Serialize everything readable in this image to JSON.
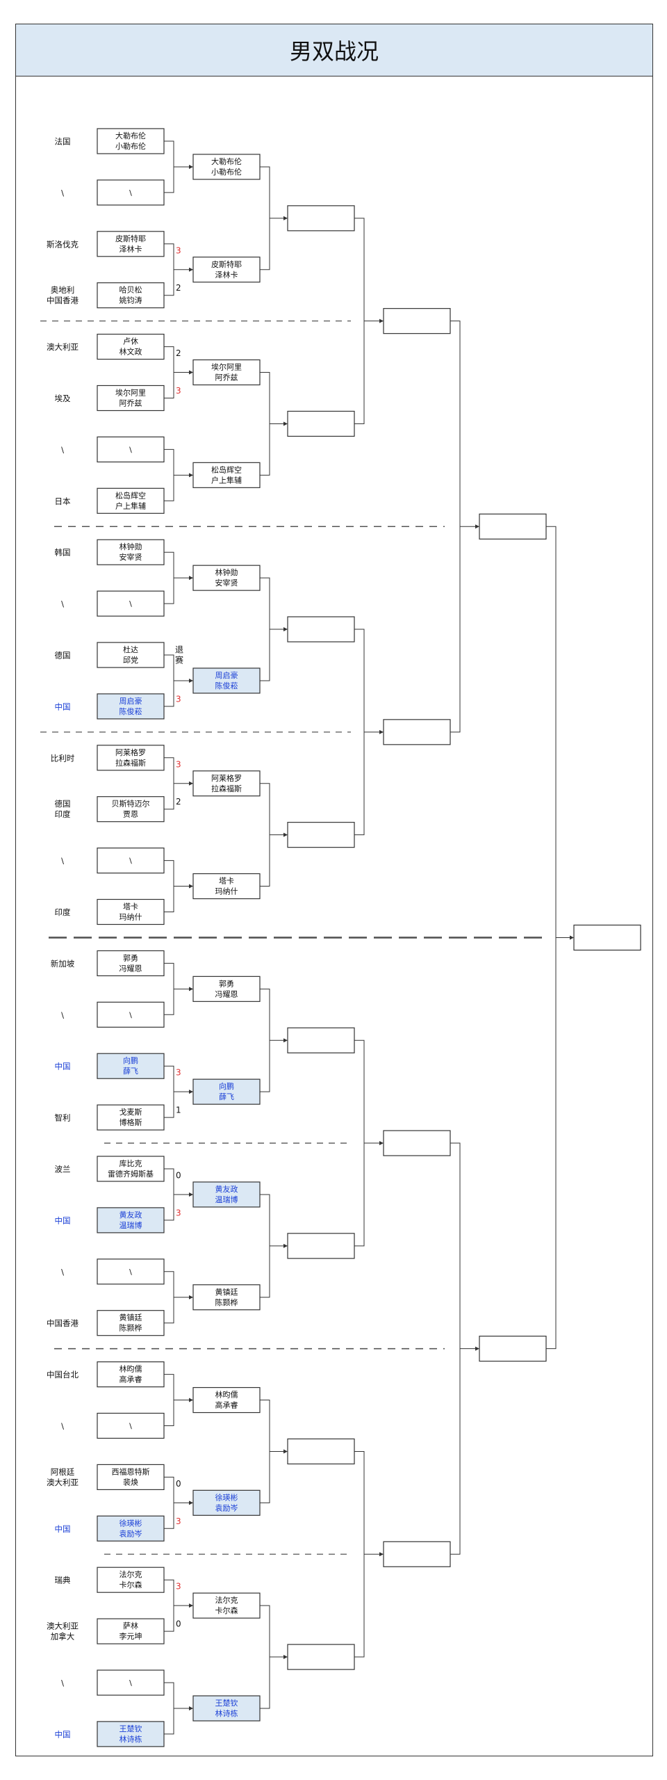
{
  "title": "男双战况",
  "colors": {
    "highlight_text": "#1a3fd6",
    "highlight_fill": "#dbe8f4",
    "win_score": "#e03030",
    "line": "#333333"
  },
  "bye_symbol": "\\",
  "withdraw_label": "退赛",
  "draw": [
    {
      "country": [
        "法国"
      ],
      "players": [
        "大勒布伦",
        "小勒布伦"
      ],
      "hl": false
    },
    {
      "country": [
        "\\"
      ],
      "players": [
        "\\"
      ],
      "hl": false
    },
    {
      "country": [
        "斯洛伐克"
      ],
      "players": [
        "皮斯特耶",
        "泽林卡"
      ],
      "hl": false,
      "score": "3",
      "win": true
    },
    {
      "country": [
        "奥地利",
        "中国香港"
      ],
      "players": [
        "哈贝松",
        "姚钧涛"
      ],
      "hl": false,
      "score": "2"
    },
    {
      "country": [
        "澳大利亚"
      ],
      "players": [
        "卢休",
        "林文政"
      ],
      "hl": false,
      "score": "2"
    },
    {
      "country": [
        "埃及"
      ],
      "players": [
        "埃尔阿里",
        "阿乔兹"
      ],
      "hl": false,
      "score": "3",
      "win": true
    },
    {
      "country": [
        "\\"
      ],
      "players": [
        "\\"
      ],
      "hl": false
    },
    {
      "country": [
        "日本"
      ],
      "players": [
        "松岛辉空",
        "户上隼辅"
      ],
      "hl": false
    },
    {
      "country": [
        "韩国"
      ],
      "players": [
        "林钟勋",
        "安宰贤"
      ],
      "hl": false
    },
    {
      "country": [
        "\\"
      ],
      "players": [
        "\\"
      ],
      "hl": false
    },
    {
      "country": [
        "德国"
      ],
      "players": [
        "杜达",
        "邱党"
      ],
      "hl": false,
      "withdrawn": true
    },
    {
      "country": [
        "中国"
      ],
      "players": [
        "周启豪",
        "陈俊菘"
      ],
      "hl": true,
      "score": "3",
      "win": true
    },
    {
      "country": [
        "比利时"
      ],
      "players": [
        "阿莱格罗",
        "拉森福斯"
      ],
      "hl": false,
      "score": "3",
      "win": true
    },
    {
      "country": [
        "德国",
        "印度"
      ],
      "players": [
        "贝斯特迈尔",
        "贾恩"
      ],
      "hl": false,
      "score": "2"
    },
    {
      "country": [
        "\\"
      ],
      "players": [
        "\\"
      ],
      "hl": false
    },
    {
      "country": [
        "印度"
      ],
      "players": [
        "塔卡",
        "玛纳什"
      ],
      "hl": false
    },
    {
      "country": [
        "新加坡"
      ],
      "players": [
        "郭勇",
        "冯耀恩"
      ],
      "hl": false
    },
    {
      "country": [
        "\\"
      ],
      "players": [
        "\\"
      ],
      "hl": false
    },
    {
      "country": [
        "中国"
      ],
      "players": [
        "向鹏",
        "薛飞"
      ],
      "hl": true,
      "score": "3",
      "win": true
    },
    {
      "country": [
        "智利"
      ],
      "players": [
        "戈麦斯",
        "博格斯"
      ],
      "hl": false,
      "score": "1"
    },
    {
      "country": [
        "波兰"
      ],
      "players": [
        "库比克",
        "雷德齐姆斯基"
      ],
      "hl": false,
      "score": "0"
    },
    {
      "country": [
        "中国"
      ],
      "players": [
        "黄友政",
        "温瑞博"
      ],
      "hl": true,
      "score": "3",
      "win": true
    },
    {
      "country": [
        "\\"
      ],
      "players": [
        "\\"
      ],
      "hl": false
    },
    {
      "country": [
        "中国香港"
      ],
      "players": [
        "黄镇廷",
        "陈颢桦"
      ],
      "hl": false
    },
    {
      "country": [
        "中国台北"
      ],
      "players": [
        "林昀儒",
        "高承睿"
      ],
      "hl": false
    },
    {
      "country": [
        "\\"
      ],
      "players": [
        "\\"
      ],
      "hl": false
    },
    {
      "country": [
        "阿根廷",
        "澳大利亚"
      ],
      "players": [
        "西福恩特斯",
        "裴焕"
      ],
      "hl": false,
      "score": "0"
    },
    {
      "country": [
        "中国"
      ],
      "players": [
        "徐瑛彬",
        "袁励岑"
      ],
      "hl": true,
      "score": "3",
      "win": true
    },
    {
      "country": [
        "瑞典"
      ],
      "players": [
        "法尔克",
        "卡尔森"
      ],
      "hl": false,
      "score": "3",
      "win": true
    },
    {
      "country": [
        "澳大利亚",
        "加拿大"
      ],
      "players": [
        "萨林",
        "李元坤"
      ],
      "hl": false,
      "score": "0"
    },
    {
      "country": [
        "\\"
      ],
      "players": [
        "\\"
      ],
      "hl": false
    },
    {
      "country": [
        "中国"
      ],
      "players": [
        "王楚钦",
        "林诗栋"
      ],
      "hl": true
    }
  ],
  "round2": [
    {
      "players": [
        "大勒布伦",
        "小勒布伦"
      ],
      "hl": false
    },
    {
      "players": [
        "皮斯特耶",
        "泽林卡"
      ],
      "hl": false
    },
    {
      "players": [
        "埃尔阿里",
        "阿乔兹"
      ],
      "hl": false
    },
    {
      "players": [
        "松岛辉空",
        "户上隼辅"
      ],
      "hl": false
    },
    {
      "players": [
        "林钟勋",
        "安宰贤"
      ],
      "hl": false
    },
    {
      "players": [
        "周启豪",
        "陈俊菘"
      ],
      "hl": true
    },
    {
      "players": [
        "阿莱格罗",
        "拉森福斯"
      ],
      "hl": false
    },
    {
      "players": [
        "塔卡",
        "玛纳什"
      ],
      "hl": false
    },
    {
      "players": [
        "郭勇",
        "冯耀恩"
      ],
      "hl": false
    },
    {
      "players": [
        "向鹏",
        "薛飞"
      ],
      "hl": true
    },
    {
      "players": [
        "黄友政",
        "温瑞博"
      ],
      "hl": true
    },
    {
      "players": [
        "黄镇廷",
        "陈颢桦"
      ],
      "hl": false
    },
    {
      "players": [
        "林昀儒",
        "高承睿"
      ],
      "hl": false
    },
    {
      "players": [
        "徐瑛彬",
        "袁励岑"
      ],
      "hl": true
    },
    {
      "players": [
        "法尔克",
        "卡尔森"
      ],
      "hl": false
    },
    {
      "players": [
        "王楚钦",
        "林诗栋"
      ],
      "hl": true
    }
  ],
  "later_rounds": {
    "round3": 8,
    "quarterfinal": 4,
    "semifinal": 2,
    "final": 1
  }
}
